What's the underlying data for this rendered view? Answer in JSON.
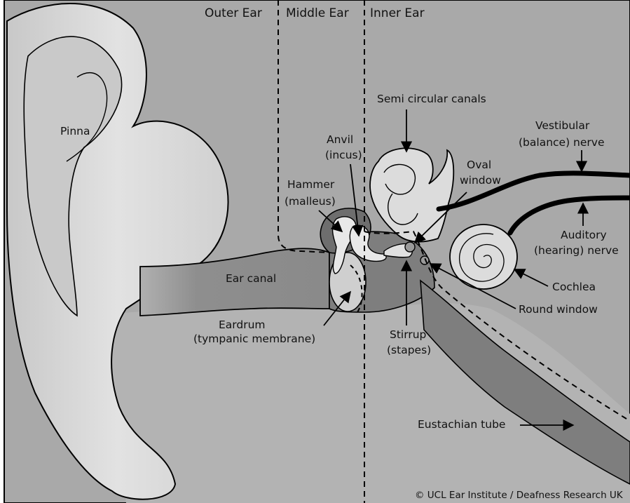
{
  "sections": {
    "outer": "Outer Ear",
    "middle": "Middle Ear",
    "inner": "Inner Ear"
  },
  "labels": {
    "pinna": "Pinna",
    "ear_canal": "Ear canal",
    "eardrum_1": "Eardrum",
    "eardrum_2": "(tympanic membrane)",
    "hammer_1": "Hammer",
    "hammer_2": "(malleus)",
    "anvil_1": "Anvil",
    "anvil_2": "(incus)",
    "semi": "Semi circular canals",
    "oval_1": "Oval",
    "oval_2": "window",
    "vestibular_1": "Vestibular",
    "vestibular_2": "(balance) nerve",
    "auditory_1": "Auditory",
    "auditory_2": "(hearing) nerve",
    "cochlea": "Cochlea",
    "round_window": "Round window",
    "stirrup_1": "Stirrup",
    "stirrup_2": "(stapes)",
    "eustachian": "Eustachian tube"
  },
  "credit": "© UCL Ear Institute / Deafness Research UK",
  "colors": {
    "background": "#a9a9a9",
    "skin_light": "#e0e0e0",
    "canal": "#8a8a8a",
    "bone": "#dcdcdc",
    "outline": "#000000"
  }
}
